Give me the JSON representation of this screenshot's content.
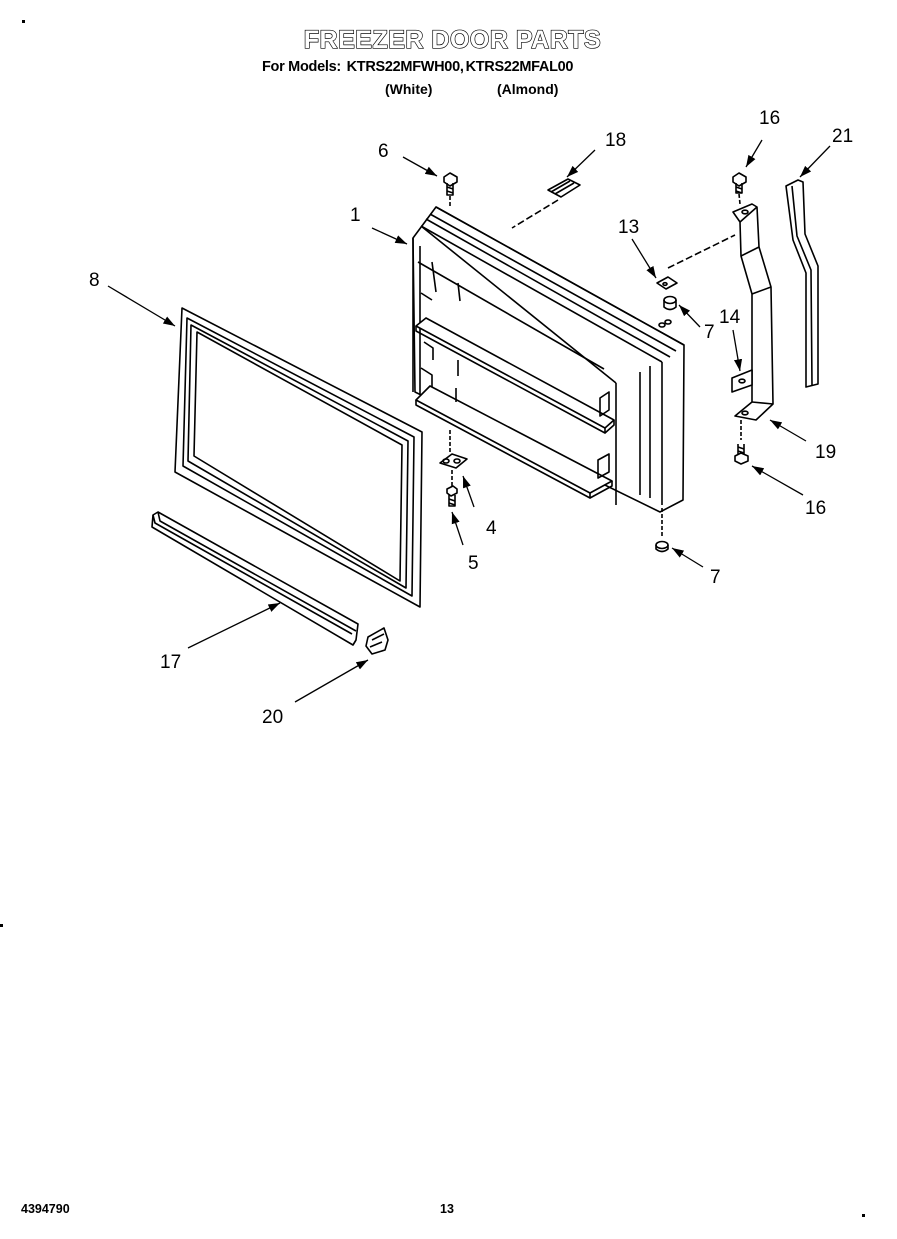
{
  "header": {
    "title": "FREEZER DOOR PARTS",
    "models_prefix": "For Models:",
    "model_1": "KTRS22MFWH00,",
    "model_2": "KTRS22MFAL00",
    "color_1": "(White)",
    "color_2": "(Almond)"
  },
  "callouts": {
    "c1": "1",
    "c4": "4",
    "c5": "5",
    "c6": "6",
    "c7a": "7",
    "c7b": "7",
    "c8": "8",
    "c13": "13",
    "c14": "14",
    "c16a": "16",
    "c16b": "16",
    "c17": "17",
    "c18": "18",
    "c19": "19",
    "c20": "20",
    "c21": "21"
  },
  "footer": {
    "doc_number": "4394790",
    "page_number": "13"
  }
}
